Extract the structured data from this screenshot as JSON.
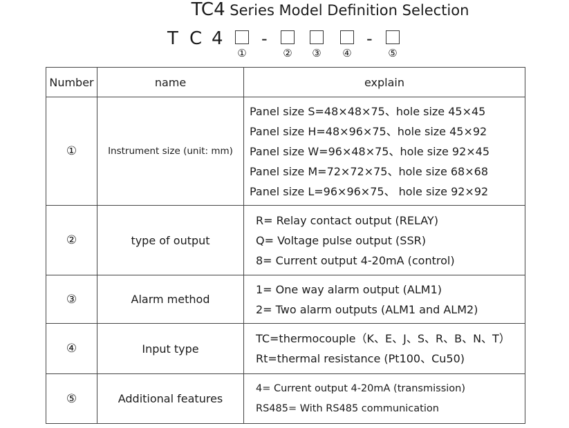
{
  "title": {
    "strong": "TC4",
    "rest": " Series Model Definition Selection"
  },
  "model_code": {
    "letters": [
      "T",
      "C",
      "4"
    ],
    "dash": "-",
    "slot_numbers": [
      "①",
      "②",
      "③",
      "④",
      "⑤"
    ]
  },
  "table": {
    "headers": {
      "number": "Number",
      "name": "name",
      "explain": "explain"
    },
    "rows": [
      {
        "number": "①",
        "name": "Instrument size (unit: mm)",
        "lines": [
          "Panel size  S=48×48×75、hole size 45×45",
          "Panel size  H=48×96×75、hole size  45×92",
          "Panel size  W=96×48×75、hole size  92×45",
          "Panel size  M=72×72×75、hole size  68×68",
          "Panel size  L=96×96×75、 hole size 92×92"
        ]
      },
      {
        "number": "②",
        "name": "type of output",
        "lines": [
          "R= Relay contact output (RELAY)",
          "Q= Voltage pulse output (SSR)",
          "8=  Current output 4-20mA (control)"
        ]
      },
      {
        "number": "③",
        "name": "Alarm method",
        "lines": [
          "1= One way alarm output (ALM1)",
          "2= Two alarm outputs (ALM1 and ALM2)"
        ]
      },
      {
        "number": "④",
        "name": "Input type",
        "lines": [
          "TC=thermocouple（K、E、J、S、R、B、N、T）",
          "Rt=thermal resistance  (Pt100、Cu50)"
        ]
      },
      {
        "number": "⑤",
        "name": "Additional features",
        "lines": [
          "4=  Current output 4-20mA (transmission)",
          "RS485= With RS485 communication"
        ]
      }
    ]
  }
}
